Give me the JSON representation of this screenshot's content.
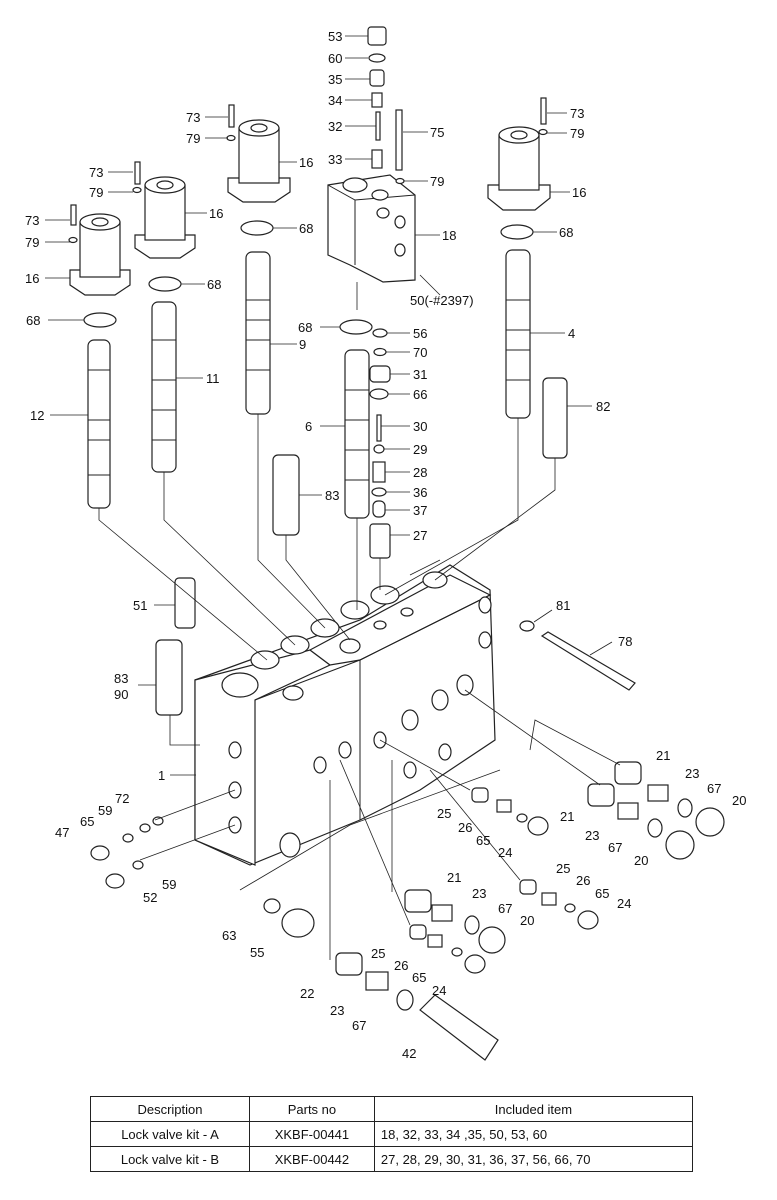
{
  "labels": {
    "l53": "53",
    "l60": "60",
    "l35": "35",
    "l34": "34",
    "l32": "32",
    "l33": "33",
    "l75": "75",
    "l79a": "79",
    "l18": "18",
    "l50": "50(-#2397)",
    "l73a": "73",
    "l79b": "79",
    "l16a": "16",
    "l73b": "73",
    "l79c": "79",
    "l16b": "16",
    "l73c": "73",
    "l79d": "79",
    "l16c": "16",
    "l73d": "73",
    "l79e": "79",
    "l16d": "16",
    "l68a": "68",
    "l68b": "68",
    "l68c": "68",
    "l68d": "68",
    "l68e": "68",
    "l56": "56",
    "l70": "70",
    "l31": "31",
    "l66": "66",
    "l30": "30",
    "l29": "29",
    "l28": "28",
    "l36": "36",
    "l37": "37",
    "l27": "27",
    "l9": "9",
    "l11": "11",
    "l12": "12",
    "l6": "6",
    "l4": "4",
    "l82": "82",
    "l83a": "83",
    "l51": "51",
    "l81": "81",
    "l78": "78",
    "l83b": "83",
    "l90": "90",
    "l1": "1",
    "l72": "72",
    "l59a": "59",
    "l65a": "65",
    "l47": "47",
    "l59b": "59",
    "l52": "52",
    "l21a": "21",
    "l23a": "23",
    "l67a": "67",
    "l20a": "20",
    "l25a": "25",
    "l26a": "26",
    "l65b": "65",
    "l24a": "24",
    "l21b": "21",
    "l23b": "23",
    "l67b": "67",
    "l20b": "20",
    "l25b": "25",
    "l26b": "26",
    "l65c": "65",
    "l24b": "24",
    "l21c": "21",
    "l23c": "23",
    "l67c": "67",
    "l20c": "20",
    "l25c": "25",
    "l26c": "26",
    "l65d": "65",
    "l24c": "24",
    "l63": "63",
    "l55": "55",
    "l22": "22",
    "l23d": "23",
    "l67d": "67",
    "l42": "42"
  },
  "kit_table": {
    "headers": [
      "Description",
      "Parts no",
      "Included item"
    ],
    "rows": [
      [
        "Lock valve kit - A",
        "XKBF-00441",
        "18, 32, 33, 34 ,35, 50, 53, 60"
      ],
      [
        "Lock valve kit - B",
        "XKBF-00442",
        "27, 28, 29, 30, 31, 36, 37, 56, 66, 70"
      ]
    ]
  }
}
